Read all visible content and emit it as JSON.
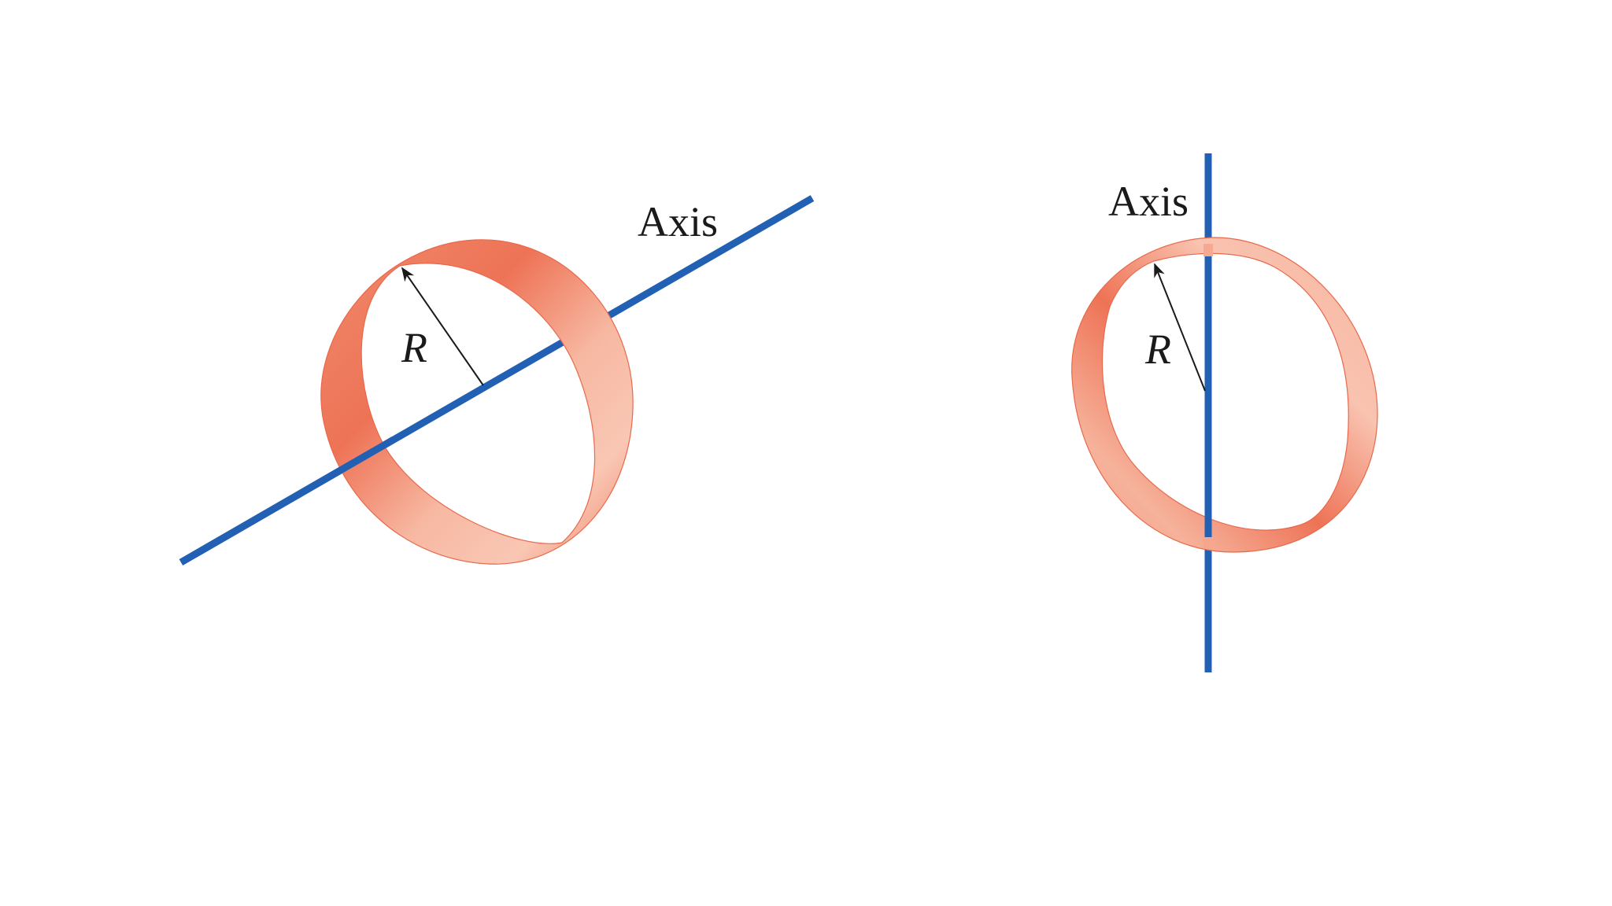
{
  "figure": {
    "background": "#ffffff",
    "colors": {
      "axis": "#2160b3",
      "ring_dark": "#ee7356",
      "ring_mid": "#f39a80",
      "ring_light": "#f9c7b4",
      "arrow": "#1a1a1a"
    },
    "panels": [
      {
        "id": "left",
        "description": "Ring with axis passing through its center, perpendicular to the plane of the ring",
        "axis_label": "Axis",
        "radius_label": "R"
      },
      {
        "id": "right",
        "description": "Ring with axis along a diameter, lying in the plane of the ring",
        "axis_label": "Axis",
        "radius_label": "R"
      }
    ]
  }
}
